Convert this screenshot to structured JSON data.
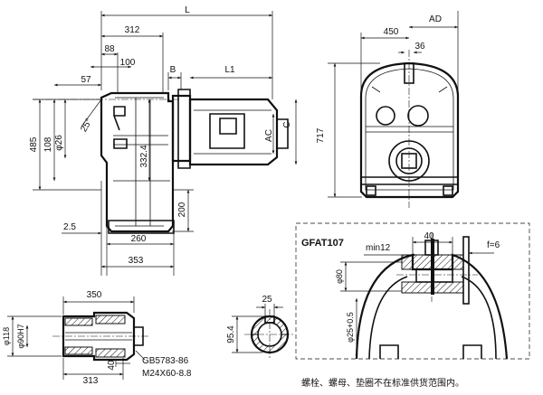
{
  "side_view": {
    "dims": {
      "L": "L",
      "d312": "312",
      "d88": "88",
      "d100": "100",
      "d57": "57",
      "B": "B",
      "L1": "L1",
      "d485": "485",
      "d108": "108",
      "d26": "φ26",
      "d25": "25°",
      "d332": "332.4",
      "d200": "200",
      "d2_5": "2.5",
      "d260": "260",
      "d353": "353"
    }
  },
  "motor": {
    "AC": "AC",
    "C": "C"
  },
  "front_view": {
    "dims": {
      "AD": "AD",
      "d450": "450",
      "d36": "36",
      "d717": "717"
    }
  },
  "shaft_view": {
    "dims": {
      "d350": "350",
      "d118": "φ118",
      "d90H7": "φ90H7",
      "d40": "40",
      "d313": "313",
      "std1": "GB5783-86",
      "std2": "M24X60-8.8"
    }
  },
  "key_view": {
    "dims": {
      "d25": "25",
      "d95_4": "95.4"
    }
  },
  "detail": {
    "title": "GFAT107",
    "dims": {
      "d40": "40",
      "min12": "min12",
      "f6": "f=6",
      "d80": "φ80",
      "d25": "φ25+0.5"
    }
  },
  "note": "螺栓、螺母、垫圈不在标准供货范围内。"
}
